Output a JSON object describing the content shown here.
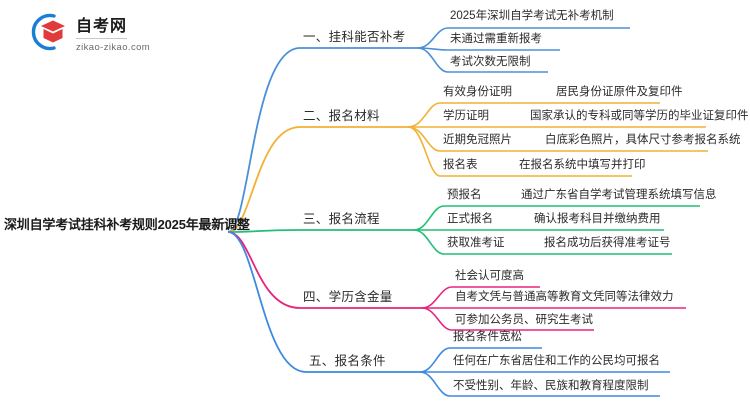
{
  "logo": {
    "title": "自考网",
    "subtitle": "zikao-zikao.com",
    "mark_blue": "#1a7fd4",
    "mark_red": "#e03a3a"
  },
  "mindmap": {
    "root": {
      "label": "深圳自学考试挂科补考规则2025年最新调整"
    },
    "branches": [
      {
        "label": "一、挂科能否补考",
        "color": "#4a90d9",
        "leaves": [
          {
            "title": "2025年深圳自学考试无补考机制",
            "detail": ""
          },
          {
            "title": "未通过需重新报考",
            "detail": ""
          },
          {
            "title": "考试次数无限制",
            "detail": ""
          }
        ]
      },
      {
        "label": "二、报名材料",
        "color": "#f2b134",
        "leaves": [
          {
            "title": "有效身份证明",
            "detail": "居民身份证原件及复印件"
          },
          {
            "title": "学历证明",
            "detail": "国家承认的专科或同等学历的毕业证复印件"
          },
          {
            "title": "近期免冠照片",
            "detail": "白底彩色照片，具体尺寸参考报名系统"
          },
          {
            "title": "报名表",
            "detail": "在报名系统中填写并打印"
          }
        ]
      },
      {
        "label": "三、报名流程",
        "color": "#22bf77",
        "leaves": [
          {
            "title": "预报名",
            "detail": "通过广东省自学考试管理系统填写信息"
          },
          {
            "title": "正式报名",
            "detail": "确认报考科目并缴纳费用"
          },
          {
            "title": "获取准考证",
            "detail": "报名成功后获得准考证号"
          }
        ]
      },
      {
        "label": "四、学历含金量",
        "color": "#e8247d",
        "leaves": [
          {
            "title": "社会认可度高",
            "detail": ""
          },
          {
            "title": "自考文凭与普通高等教育文凭同等法律效力",
            "detail": ""
          },
          {
            "title": "可参加公务员、研究生考试",
            "detail": ""
          }
        ]
      },
      {
        "label": "五、报名条件",
        "color": "#3d8ae0",
        "leaves": [
          {
            "title": "报名条件宽松",
            "detail": ""
          },
          {
            "title": "任何在广东省居住和工作的公民均可报名",
            "detail": ""
          },
          {
            "title": "不受性别、年龄、民族和教育程度限制",
            "detail": ""
          }
        ]
      }
    ]
  }
}
